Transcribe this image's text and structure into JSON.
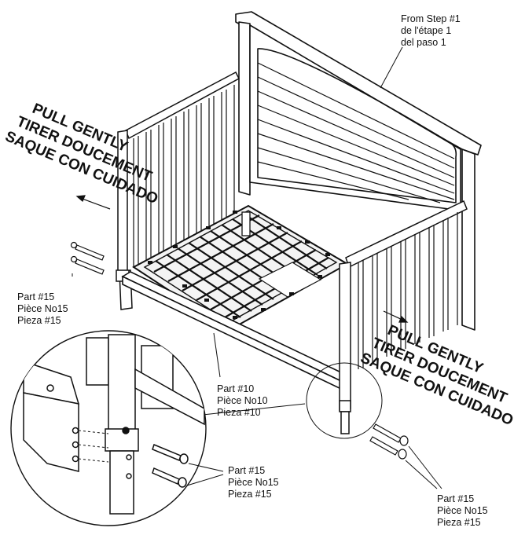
{
  "labels": {
    "from_step": [
      "From Step #1",
      "de l'étape 1",
      "del paso 1"
    ],
    "part15_left": [
      "Part #15",
      "Pièce No15",
      "Pieza #15"
    ],
    "part10": [
      "Part #10",
      "Pièce No10",
      "Pieza #10"
    ],
    "part15_detail": [
      "Part #15",
      "Pièce No15",
      "Pieza #15"
    ],
    "part15_right": [
      "Part #15",
      "Pièce No15",
      "Pieza #15"
    ]
  },
  "warnings": {
    "left": [
      "PULL GENTLY",
      "TIRER DOUCEMENT",
      "SAQUE CON CUIDADO"
    ],
    "right": [
      "PULL GENTLY",
      "TIRER DOUCEMENT",
      "SAQUE CON CUIDADO"
    ]
  }
}
